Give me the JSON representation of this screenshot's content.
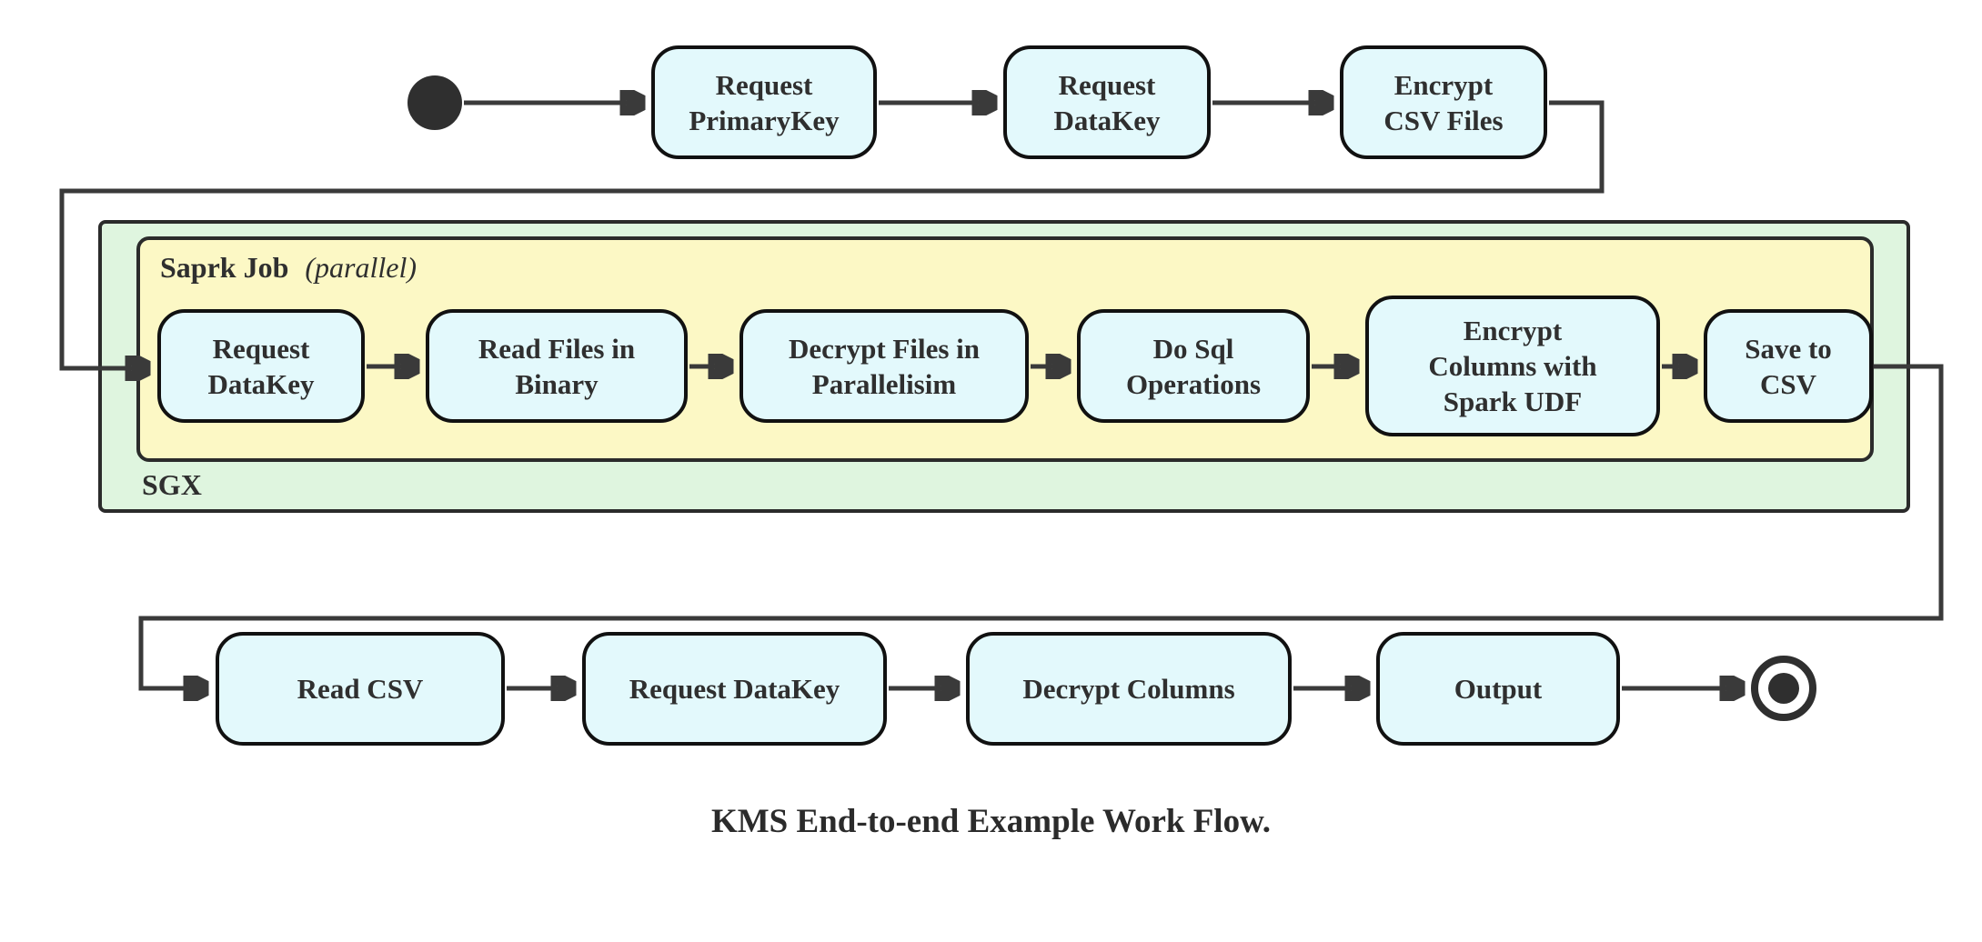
{
  "colors": {
    "node_fill": "#e3f9fc",
    "node_border": "#111111",
    "sgx_fill": "#dff5df",
    "spark_fill": "#fcf8c5",
    "container_border": "#2b2b2b",
    "connector": "#3a3a3a",
    "text": "#2f2f2f",
    "background": "#ffffff"
  },
  "diagram": {
    "caption": "KMS End-to-end Example Work Flow.",
    "containers": {
      "sgx": {
        "label": "SGX"
      },
      "spark_job": {
        "label": "Saprk Job",
        "qualifier": "(parallel)"
      }
    },
    "nodes": {
      "t1": {
        "label": "Request\nPrimaryKey"
      },
      "t2": {
        "label": "Request\nDataKey"
      },
      "t3": {
        "label": "Encrypt\nCSV Files"
      },
      "m1": {
        "label": "Request\nDataKey"
      },
      "m2": {
        "label": "Read Files in\nBinary"
      },
      "m3": {
        "label": "Decrypt Files in\nParallelisim"
      },
      "m4": {
        "label": "Do Sql\nOperations"
      },
      "m5": {
        "label": "Encrypt\nColumns with\nSpark UDF"
      },
      "m6": {
        "label": "Save to CSV"
      },
      "b1": {
        "label": "Read CSV"
      },
      "b2": {
        "label": "Request DataKey"
      },
      "b3": {
        "label": "Decrypt Columns"
      },
      "b4": {
        "label": "Output"
      }
    }
  }
}
